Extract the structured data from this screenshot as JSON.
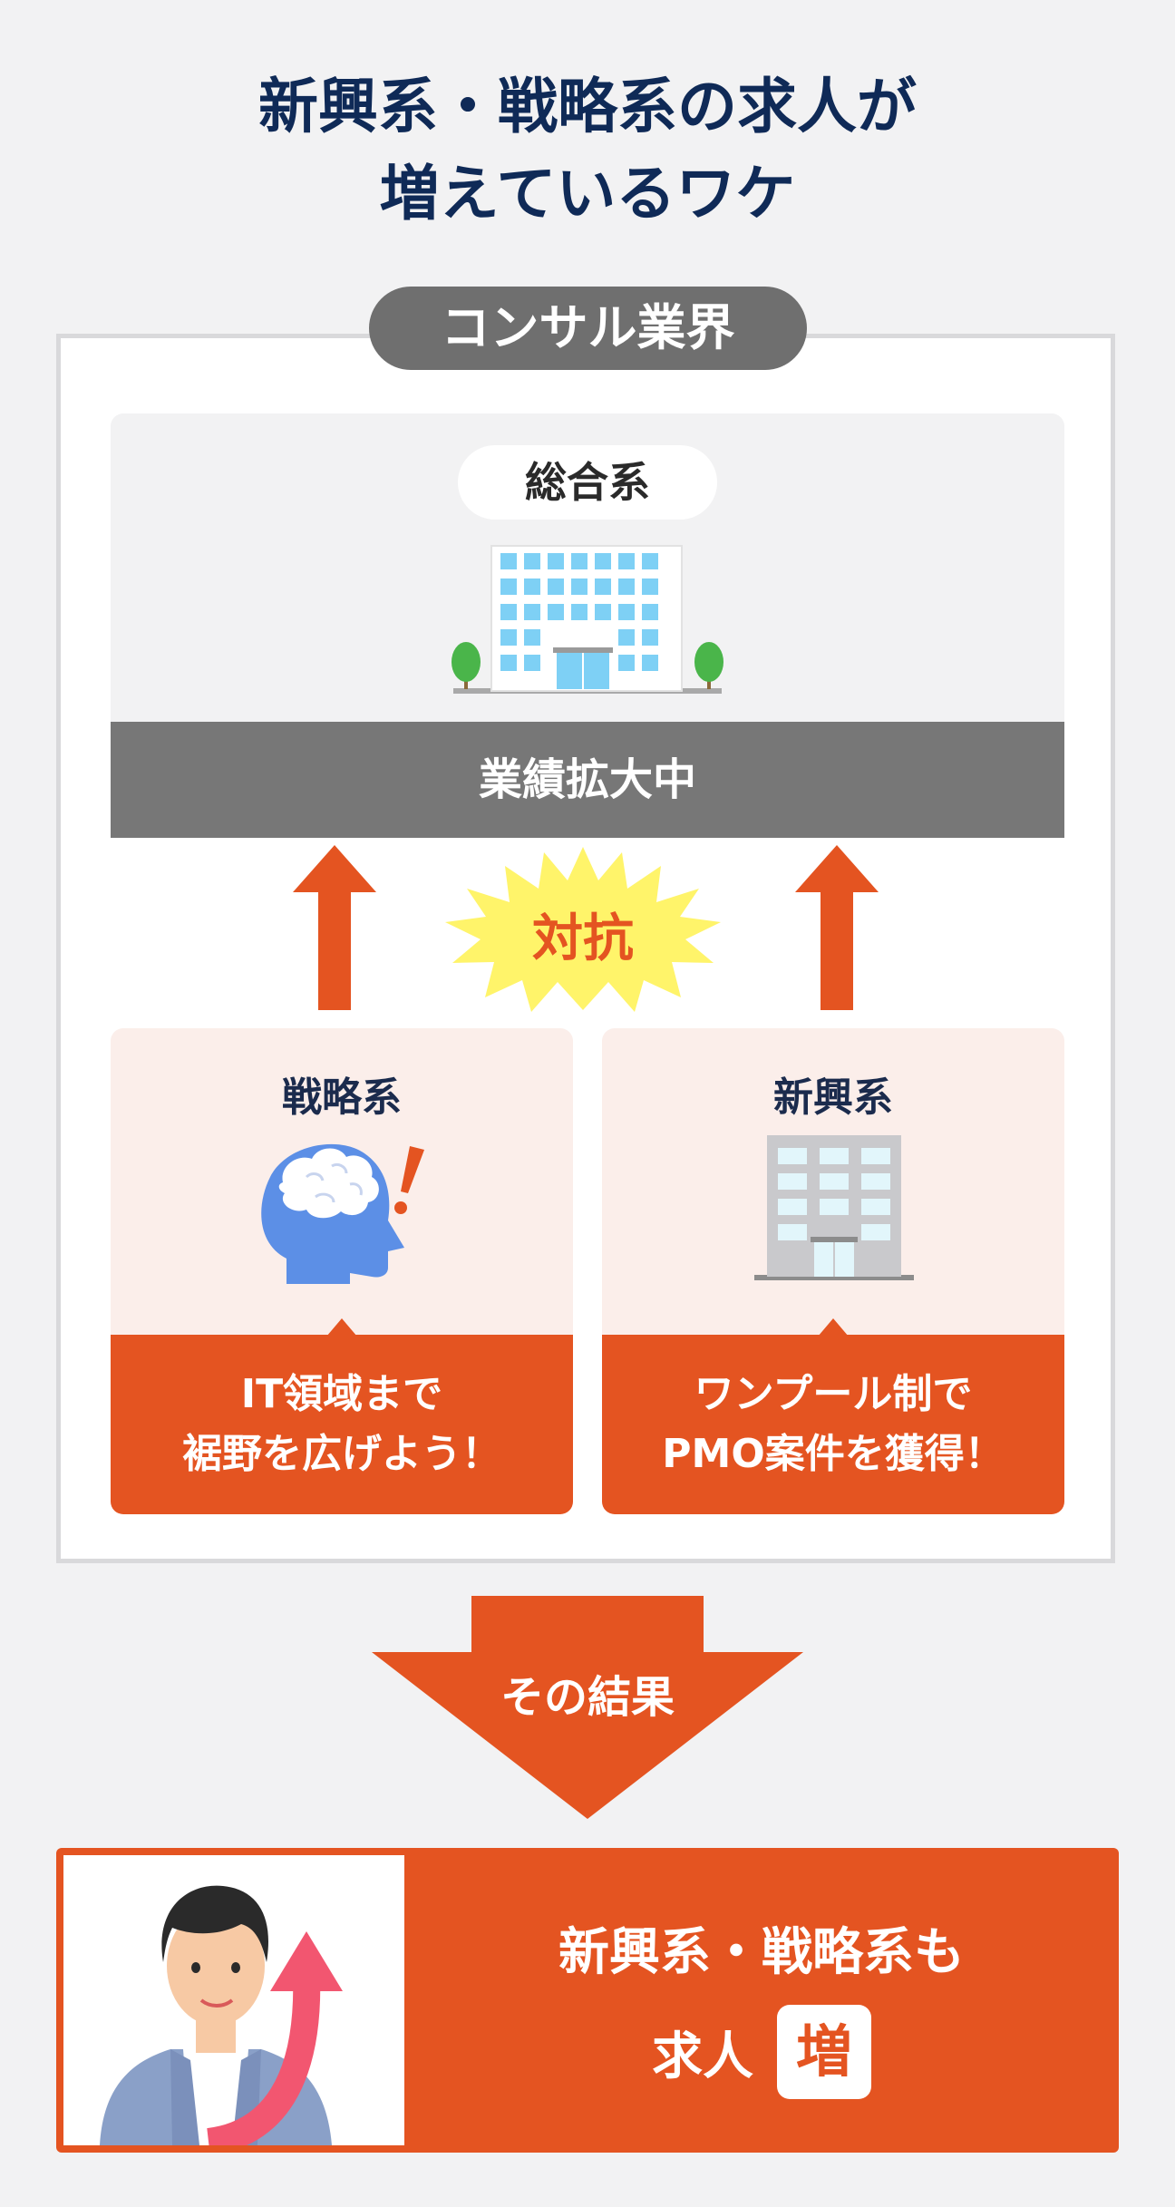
{
  "title": {
    "line1": "新興系・戦略系の求人が",
    "line2": "増えているワケ"
  },
  "industry_label": "コンサル業界",
  "sogo": {
    "label": "総合系",
    "status": "業績拡大中"
  },
  "rivalry_label": "対抗",
  "strategy": {
    "label": "戦略系",
    "message_line1": "IT領域まで",
    "message_line2": "裾野を広げよう！"
  },
  "emerging": {
    "label": "新興系",
    "message_line1": "ワンプール制で",
    "message_line2": "PMO案件を獲得！"
  },
  "result_label": "その結果",
  "result": {
    "line1": "新興系・戦略系も",
    "line2": "求人",
    "badge": "増"
  },
  "colors": {
    "accent": "#e45421",
    "navy": "#0f2a57",
    "gray": "#777777",
    "burst": "#fff46a"
  }
}
